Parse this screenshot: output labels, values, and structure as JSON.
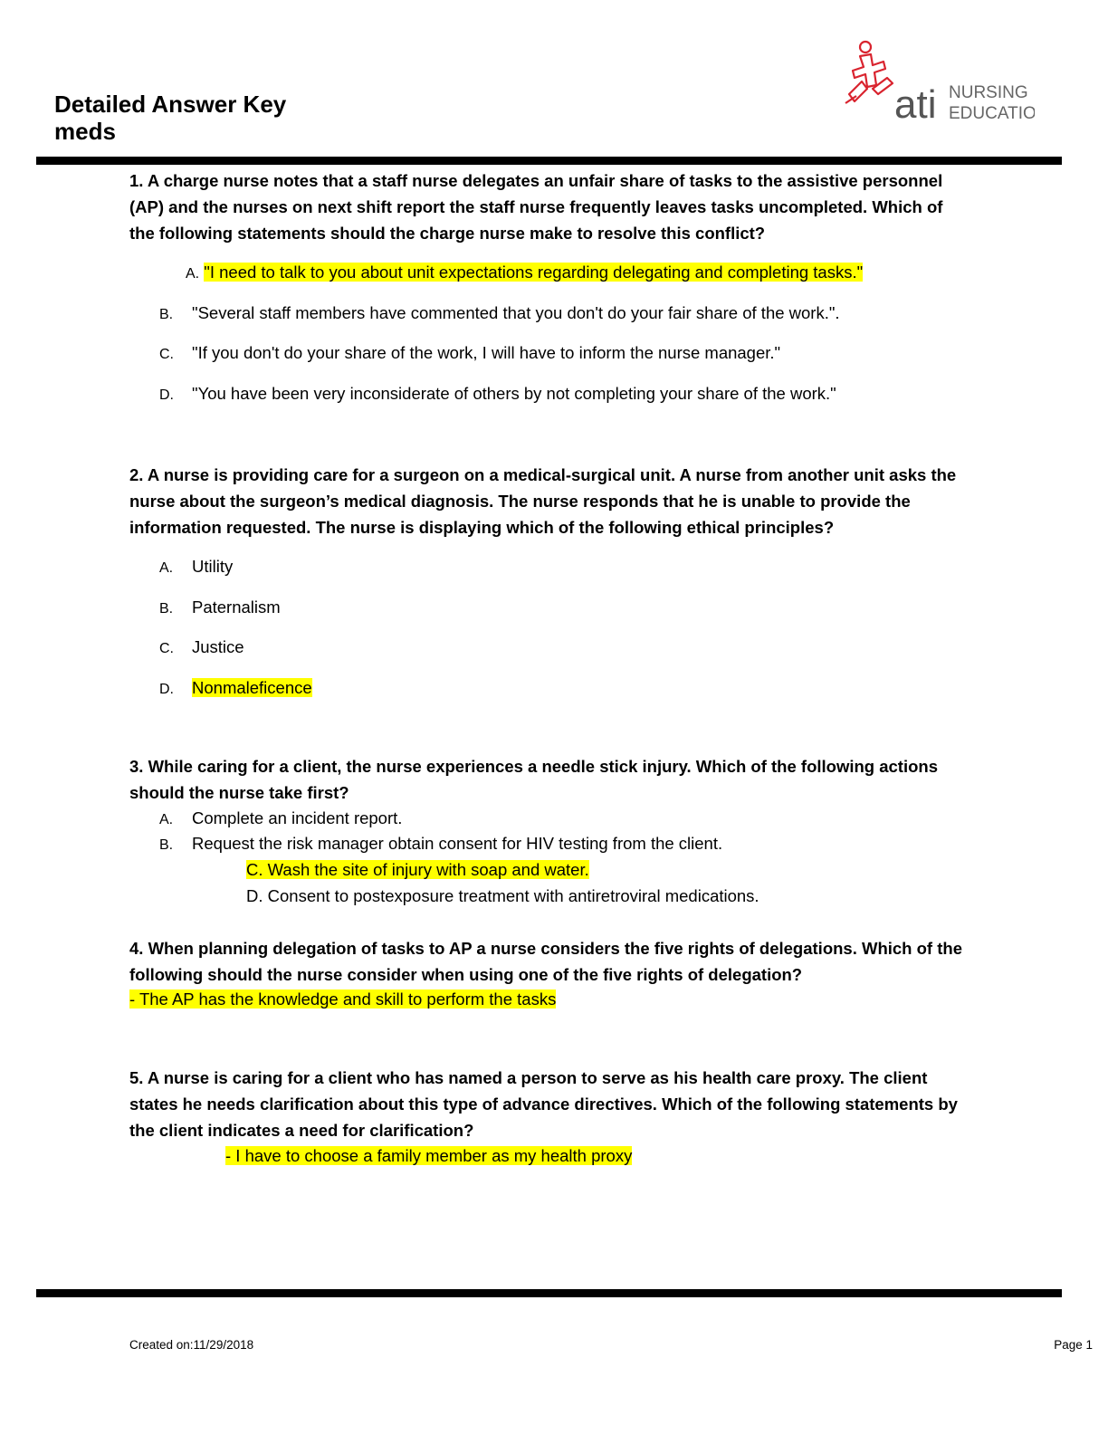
{
  "header": {
    "title_line1": "Detailed Answer Key",
    "title_line2": "meds",
    "logo": {
      "icon": "ati-nursing-education-logo",
      "brand": "ati",
      "line1": "NURSING",
      "line2": "EDUCATION",
      "brand_color": "#d9232e"
    }
  },
  "questions": [
    {
      "text": "1. A charge nurse notes that a staff nurse delegates an unfair share of tasks to the assistive personnel (AP) and the nurses on next shift report the staff nurse frequently leaves tasks uncompleted. Which of the following statements should the charge nurse make to resolve this conflict?",
      "options": [
        {
          "letter": "A.",
          "text": "\"I need to talk to you about unit expectations regarding delegating and completing tasks.\"",
          "highlighted": true
        },
        {
          "letter": "B.",
          "text": "\"Several staff members have commented that you don't do your fair share of the work.\".",
          "highlighted": false
        },
        {
          "letter": "C.",
          "text": "\"If you don't do your share of the work, I will have to inform the nurse manager.\"",
          "highlighted": false
        },
        {
          "letter": "D.",
          "text": "\"You have been very inconsiderate of others by not completing your share of the work.\"",
          "highlighted": false
        }
      ]
    },
    {
      "text": "2. A nurse is providing care for a surgeon on a medical-surgical unit. A nurse from another unit asks the nurse about the surgeon’s medical diagnosis. The nurse responds that he is unable to provide the information requested. The nurse is displaying which of the following ethical principles?",
      "options": [
        {
          "letter": "A.",
          "text": "Utility",
          "highlighted": false
        },
        {
          "letter": "B.",
          "text": "Paternalism",
          "highlighted": false
        },
        {
          "letter": "C.",
          "text": "Justice",
          "highlighted": false
        },
        {
          "letter": "D.",
          "text": "Nonmaleficence",
          "highlighted": true
        }
      ]
    },
    {
      "text": "3. While caring for a client, the nurse experiences a needle stick injury. Which of the following actions should the nurse take first?",
      "options": [
        {
          "letter": "A.",
          "text": "Complete an incident report.",
          "highlighted": false
        },
        {
          "letter": "B.",
          "text": "Request the risk manager obtain consent for HIV testing from the client.",
          "highlighted": false
        },
        {
          "letter": "",
          "text": "C. Wash the site of injury with soap and water.",
          "highlighted": true
        },
        {
          "letter": "",
          "text": "D. Consent to postexposure treatment with antiretroviral medications.",
          "highlighted": false
        }
      ]
    },
    {
      "text": "4. When planning delegation of tasks to AP a nurse considers the five rights of delegations. Which of the following should the nurse consider when using one of the five rights of delegation?",
      "answer": "- The AP has the knowledge and skill to perform the tasks"
    },
    {
      "text": "5. A nurse is caring for a client who has named a person to serve as his health care proxy. The client states he needs clarification about this type of advance directives. Which of the following statements by the client indicates a need for clarification?",
      "answer": "- I have to choose a family member as my health proxy"
    }
  ],
  "footer": {
    "created": "Created on:11/29/2018",
    "page": "Page 1"
  },
  "colors": {
    "highlight": "#ffff00",
    "rule": "#000000"
  }
}
